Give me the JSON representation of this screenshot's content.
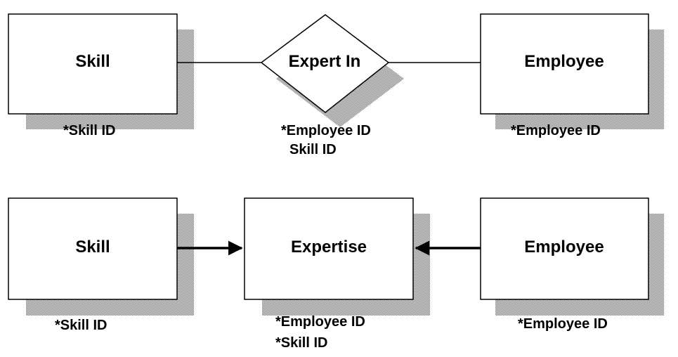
{
  "colors": {
    "box_border": "#000000",
    "box_fill": "#ffffff",
    "shadow": "#b0b0b0",
    "text": "#000000"
  },
  "top_diagram": {
    "skill": {
      "title": "Skill",
      "attributes": [
        "*Skill ID"
      ]
    },
    "relationship": {
      "title": "Expert In",
      "attributes": [
        "*Employee ID",
        "Skill ID"
      ]
    },
    "employee": {
      "title": "Employee",
      "attributes": [
        "*Employee ID"
      ]
    }
  },
  "bottom_diagram": {
    "skill": {
      "title": "Skill",
      "attributes": [
        "*Skill ID"
      ]
    },
    "expertise": {
      "title": "Expertise",
      "attributes": [
        "*Employee ID",
        "*Skill ID"
      ]
    },
    "employee": {
      "title": "Employee",
      "attributes": [
        "*Employee ID"
      ]
    }
  }
}
